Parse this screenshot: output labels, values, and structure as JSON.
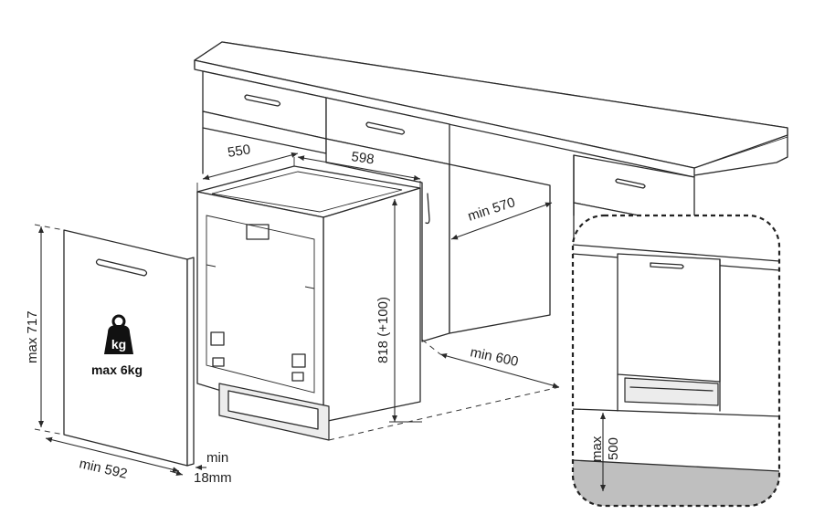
{
  "dimensions": {
    "depth": "550",
    "width": "598",
    "cabinet_depth": "min 570",
    "height": "818 (+100)",
    "floor_depth": "min 600",
    "panel_height": "max 717",
    "panel_width": "min 592",
    "panel_thickness_line1": "min",
    "panel_thickness_line2": "18mm",
    "weight": "max 6kg",
    "weight_unit": "kg",
    "plinth_line1": "max",
    "plinth_line2": "500"
  }
}
